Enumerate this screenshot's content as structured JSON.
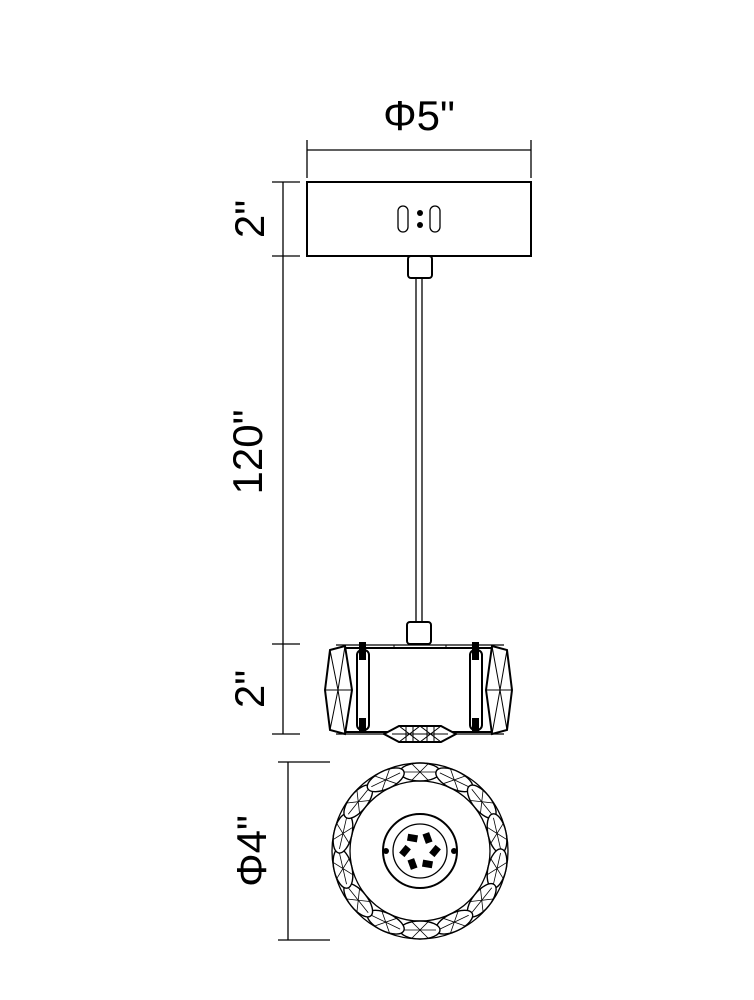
{
  "dimensions": {
    "canopy_diameter": "Φ5\"",
    "canopy_height": "2\"",
    "cable_length": "120\"",
    "fixture_height": "2\"",
    "fixture_diameter": "Φ4\""
  },
  "colors": {
    "line": "#000000",
    "background": "#ffffff"
  }
}
